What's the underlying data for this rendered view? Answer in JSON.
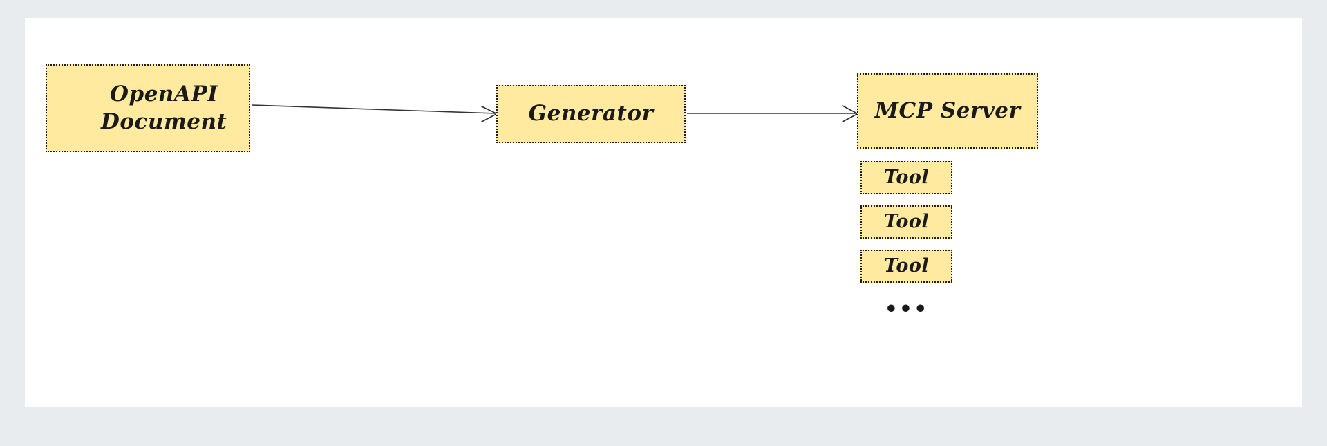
{
  "canvas": {
    "background_color": "#e8ecef",
    "surface_color": "#ffffff"
  },
  "theme": {
    "node_fill": "#ffeaa0",
    "node_border": "#1c1c1c",
    "edge_color": "#333333",
    "text_color": "#1a1a1a"
  },
  "diagram": {
    "type": "flow",
    "nodes": [
      {
        "id": "openapi-document",
        "label": "OpenAPI\nDocument",
        "shape": "rectangle",
        "style": "dotted"
      },
      {
        "id": "generator",
        "label": "Generator",
        "shape": "rectangle",
        "style": "dotted"
      },
      {
        "id": "mcp-server",
        "label": "MCP Server",
        "shape": "rectangle",
        "style": "dotted"
      }
    ],
    "tools": [
      {
        "id": "tool-0",
        "label": "Tool"
      },
      {
        "id": "tool-1",
        "label": "Tool"
      },
      {
        "id": "tool-2",
        "label": "Tool"
      }
    ],
    "ellipsis": "•••",
    "edges": [
      {
        "id": "edge-openapi-generator",
        "from": "openapi-document",
        "to": "generator",
        "label": "",
        "arrowhead": "open"
      },
      {
        "id": "edge-generator-mcp-server",
        "from": "generator",
        "to": "mcp-server",
        "label": "",
        "arrowhead": "open"
      }
    ]
  }
}
